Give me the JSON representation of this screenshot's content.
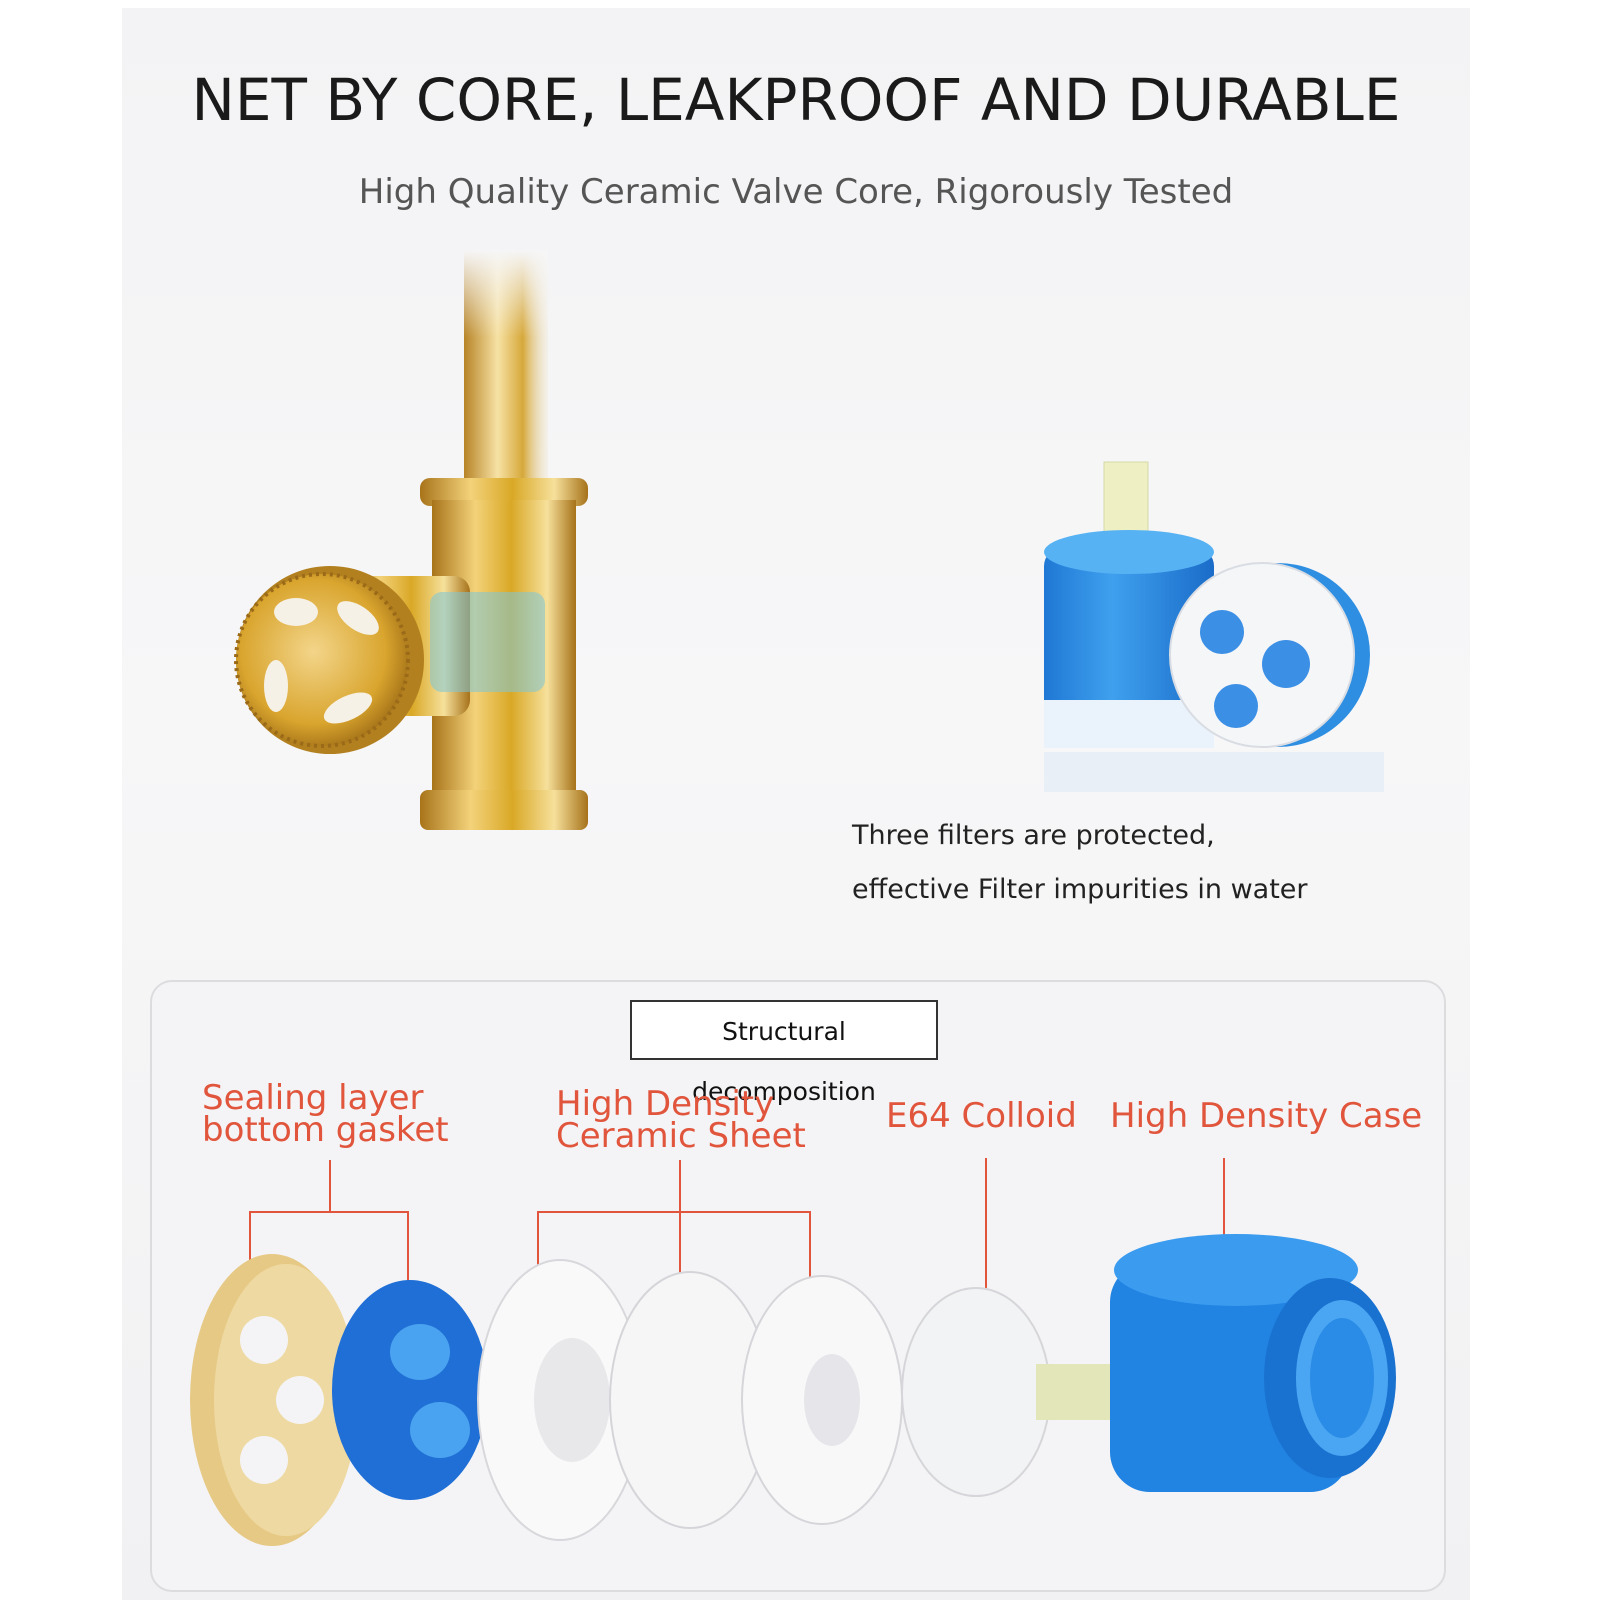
{
  "header": {
    "title": "NET BY CORE, LEAKPROOF AND DURABLE",
    "subtitle": "High Quality Ceramic Valve Core, Rigorously Tested"
  },
  "filter_caption": {
    "line1": "Three filters are protected,",
    "line2": "effective Filter impurities in water"
  },
  "structure": {
    "title": "Structural decomposition",
    "labels": {
      "sealing_line1": "Sealing layer",
      "sealing_line2": "bottom gasket",
      "ceramic_line1": "High Density",
      "ceramic_line2": "Ceramic Sheet",
      "colloid": "E64 Colloid",
      "case": "High Density Case"
    }
  },
  "colors": {
    "label_red": "#e0553c",
    "cartridge_blue": "#2f8de0",
    "gold": "#d9a826",
    "beige": "#e8cf8e"
  }
}
